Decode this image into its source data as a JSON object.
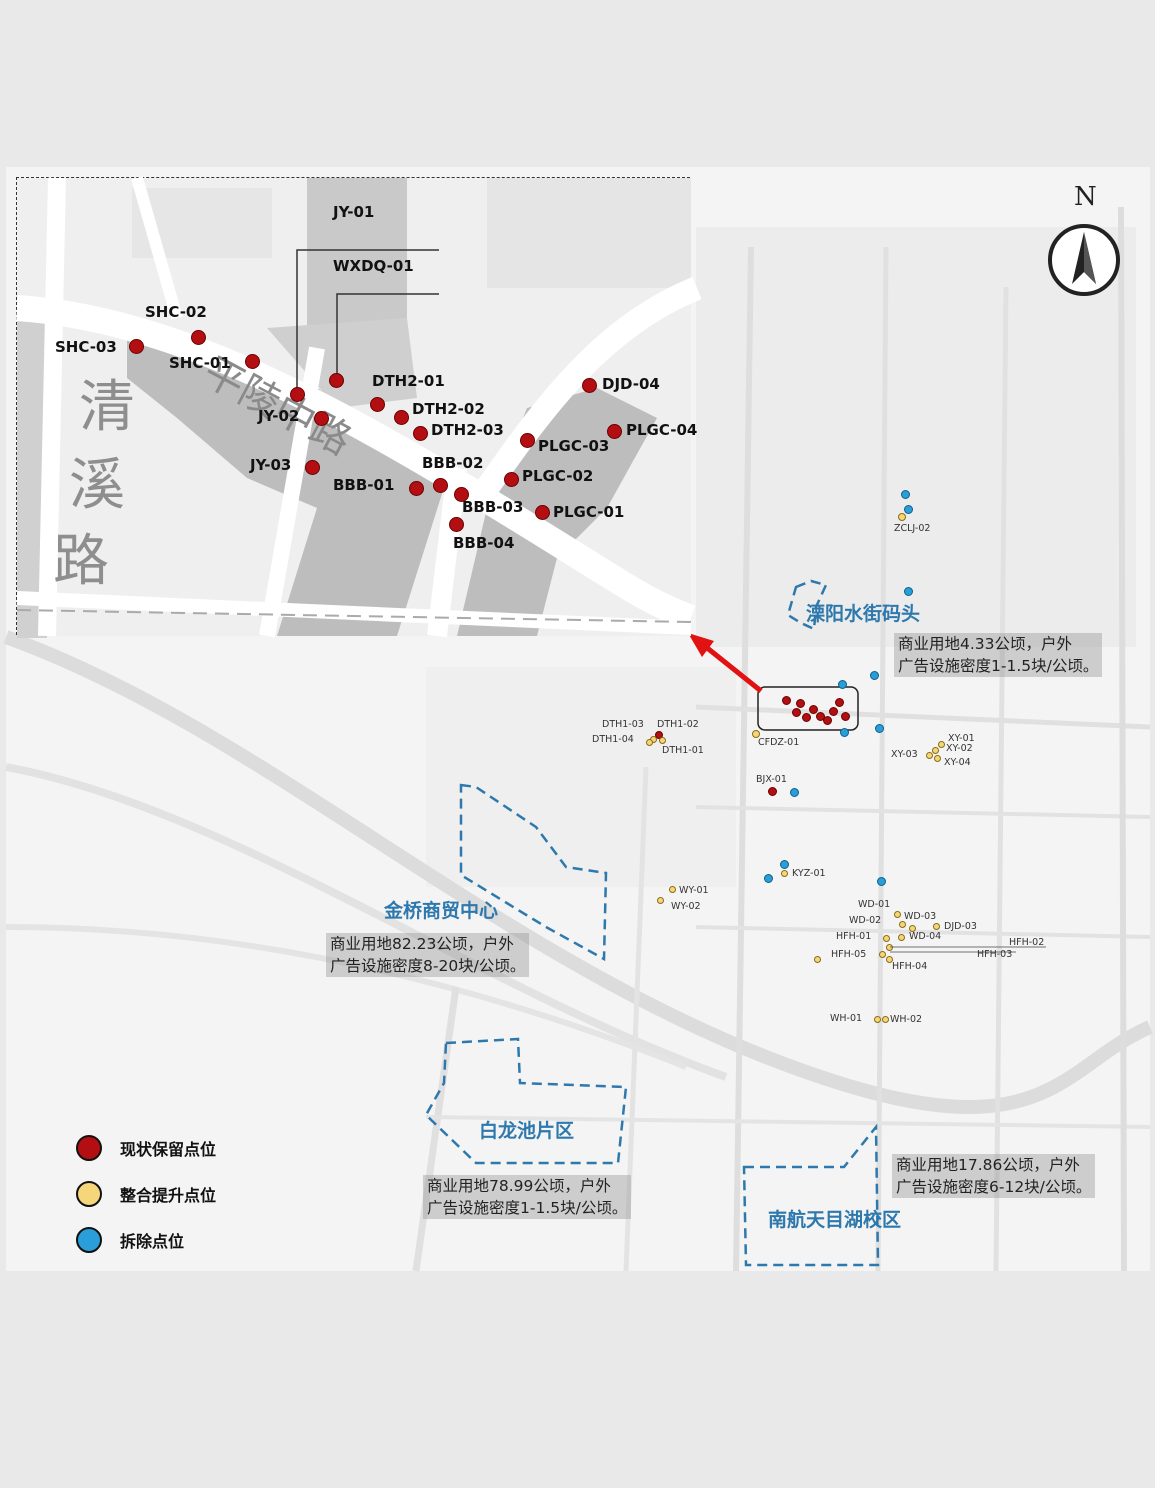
{
  "north_label": "N",
  "legend": [
    {
      "label": "现状保留点位",
      "color": "#b30f12"
    },
    {
      "label": "整合提升点位",
      "color": "#f6d67a"
    },
    {
      "label": "拆除点位",
      "color": "#2a9ed8"
    }
  ],
  "inset": {
    "road_labels": [
      "清",
      "溪",
      "路",
      "平陵中路"
    ],
    "points": [
      {
        "label": "JY-01"
      },
      {
        "label": "WXDQ-01"
      },
      {
        "label": "SHC-02"
      },
      {
        "label": "SHC-03"
      },
      {
        "label": "SHC-01"
      },
      {
        "label": "JY-02"
      },
      {
        "label": "JY-03"
      },
      {
        "label": "DTH2-01"
      },
      {
        "label": "DTH2-02"
      },
      {
        "label": "DTH2-03"
      },
      {
        "label": "DJD-04"
      },
      {
        "label": "PLGC-04"
      },
      {
        "label": "PLGC-03"
      },
      {
        "label": "PLGC-02"
      },
      {
        "label": "PLGC-01"
      },
      {
        "label": "BBB-01"
      },
      {
        "label": "BBB-02"
      },
      {
        "label": "BBB-03"
      },
      {
        "label": "BBB-04"
      }
    ]
  },
  "small_points": [
    "ZCLJ-02",
    "CFDZ-01",
    "DTH1-03",
    "DTH1-02",
    "DTH1-04",
    "DTH1-01",
    "XY-01",
    "XY-02",
    "XY-03",
    "XY-04",
    "BJX-01",
    "KYZ-01",
    "WY-01",
    "WY-02",
    "WD-01",
    "WD-02",
    "WD-03",
    "WD-04",
    "DJD-03",
    "HFH-01",
    "HFH-02",
    "HFH-03",
    "HFH-04",
    "HFH-05",
    "WH-01",
    "WH-02"
  ],
  "zones": [
    {
      "name": "溧阳水街码头",
      "info": [
        "商业用地4.33公顷，户外",
        "广告设施密度1-1.5块/公顷。"
      ]
    },
    {
      "name": "金桥商贸中心",
      "info": [
        "商业用地82.23公顷，户外",
        "广告设施密度8-20块/公顷。"
      ]
    },
    {
      "name": "白龙池片区",
      "info": [
        "商业用地78.99公顷，户外",
        "广告设施密度1-1.5块/公顷。"
      ]
    },
    {
      "name": "南航天目湖校区",
      "info": [
        "商业用地17.86公顷，户外",
        "广告设施密度6-12块/公顷。"
      ]
    }
  ]
}
